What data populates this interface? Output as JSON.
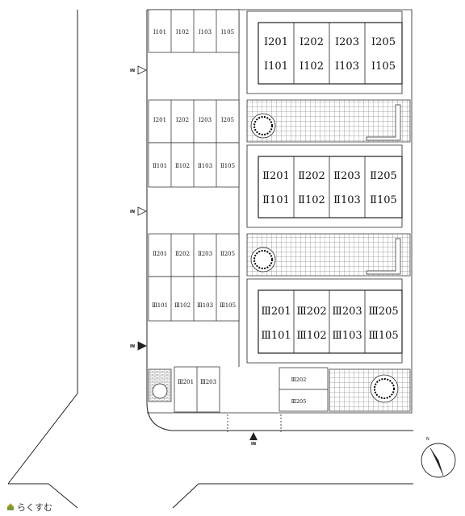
{
  "entrance_label": "IN",
  "north_label": "N",
  "brand_name": "らくすむ",
  "parking_rows": [
    {
      "units": [
        "I101",
        "I102",
        "I103",
        "I105"
      ]
    },
    {
      "units": [
        "I201",
        "I202",
        "I203",
        "I205"
      ]
    },
    {
      "units": [
        "Ⅱ101",
        "Ⅱ102",
        "Ⅱ103",
        "Ⅱ105"
      ]
    },
    {
      "units": [
        "Ⅱ201",
        "Ⅱ202",
        "Ⅱ203",
        "Ⅱ205"
      ]
    },
    {
      "units": [
        "Ⅲ101",
        "Ⅲ102",
        "Ⅲ103",
        "Ⅲ105"
      ]
    },
    {
      "units": [
        "Ⅲ201",
        "Ⅲ203"
      ]
    }
  ],
  "small_parking": [
    "Ⅲ202",
    "Ⅲ205"
  ],
  "buildings": [
    {
      "upper": [
        "I201",
        "I202",
        "I203",
        "I205"
      ],
      "lower": [
        "I101",
        "I102",
        "I103",
        "I105"
      ]
    },
    {
      "upper": [
        "Ⅱ201",
        "Ⅱ202",
        "Ⅱ203",
        "Ⅱ205"
      ],
      "lower": [
        "Ⅱ101",
        "Ⅱ102",
        "Ⅱ103",
        "Ⅱ105"
      ]
    },
    {
      "upper": [
        "Ⅲ201",
        "Ⅲ202",
        "Ⅲ203",
        "Ⅲ205"
      ],
      "lower": [
        "Ⅲ101",
        "Ⅲ102",
        "Ⅲ103",
        "Ⅲ105"
      ]
    }
  ]
}
